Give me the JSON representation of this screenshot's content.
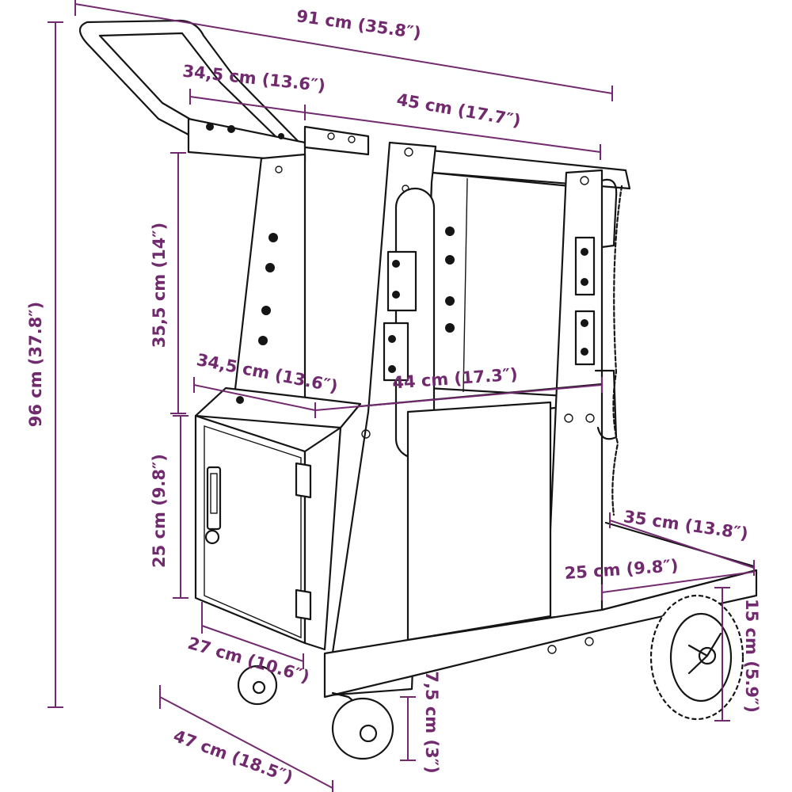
{
  "colors": {
    "dimension": "#722a6f",
    "outline": "#151515",
    "background": "#ffffff"
  },
  "dimensions": {
    "total_length": "91 cm (35.8″)",
    "handle_depth": "34,5 cm (13.6″)",
    "top_shelf_length": "45 cm (17.7″)",
    "upper_height": "35,5 cm (14″)",
    "total_height": "96 cm (37.8″)",
    "mid_shelf_depth": "34,5 cm (13.6″)",
    "mid_shelf_length": "44 cm (17.3″)",
    "cabinet_height": "25 cm (9.8″)",
    "bottom_tray_length": "35 cm (13.8″)",
    "bottom_tray_width": "25 cm (9.8″)",
    "cabinet_depth": "27 cm (10.6″)",
    "rear_wheel_diameter": "15 cm (5.9″)",
    "front_wheel_diameter": "7,5 cm (3″)",
    "base_width": "47 cm (18.5″)"
  }
}
